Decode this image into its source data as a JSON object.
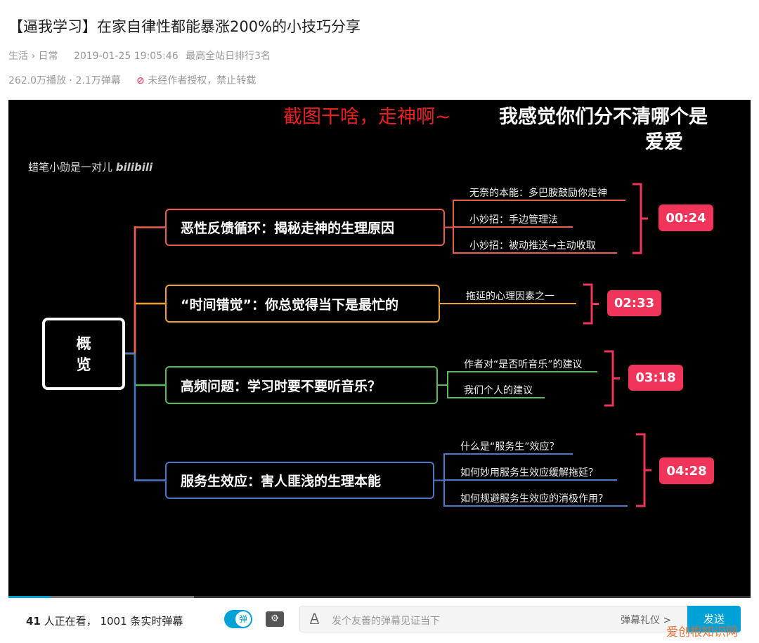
{
  "title": "【逼我学习】在家自律性都能暴涨200%的小技巧分享",
  "meta": {
    "category": "生活",
    "subcategory": "日常",
    "datetime": "2019-01-25 19:05:46",
    "rank": "最高全站日排行3名",
    "plays": "262.0万播放",
    "danmaku": "2.1万弹幕",
    "copyright": "未经作者授权，禁止转载"
  },
  "video": {
    "danmaku_red": "截图干啥，走神啊~",
    "danmaku_white_1": "我感觉你们分不清哪个是",
    "danmaku_white_2": "爱爱",
    "watermark": "蜡笔小勋是一对儿",
    "watermark_logo": "bilibili",
    "overview": "概\n览",
    "branches": [
      {
        "title": "恶性反馈循环：揭秘走神的生理原因",
        "color": "#e8604c",
        "time": "00:24",
        "items": [
          "无奈的本能：多巴胺鼓励你走神",
          "小妙招：手边管理法",
          "小妙招：被动推送→主动收取"
        ]
      },
      {
        "title": "“时间错觉”：你总觉得当下是最忙的",
        "color": "#f0a030",
        "time": "02:33",
        "items": [
          "拖延的心理因素之一"
        ]
      },
      {
        "title": "高频问题：学习时要不要听音乐？",
        "color": "#5cb85c",
        "time": "03:18",
        "items": [
          "作者对“是否听音乐”的建议",
          "我们个人的建议"
        ]
      },
      {
        "title": "服务生效应：害人匪浅的生理本能",
        "color": "#4a78c8",
        "time": "04:28",
        "items": [
          "什么是“服务生”效应？",
          "如何妙用服务生效应缓解拖延？",
          "如何规避服务生效应的消极作用？"
        ]
      }
    ],
    "badge_color": "#f0345a",
    "progress_played": 0.057,
    "progress_buffered": 0.25
  },
  "bottom": {
    "viewers": "41",
    "viewers_label": "人正在看，",
    "danmaku_count": "1001",
    "danmaku_label": "条实时弹幕",
    "toggle": "弹",
    "placeholder": "发个友善的弹幕见证当下",
    "etiquette": "弹幕礼仪 >",
    "send": "发送",
    "accent": "#00a1d6"
  },
  "site_watermark": "爱创根知识网"
}
